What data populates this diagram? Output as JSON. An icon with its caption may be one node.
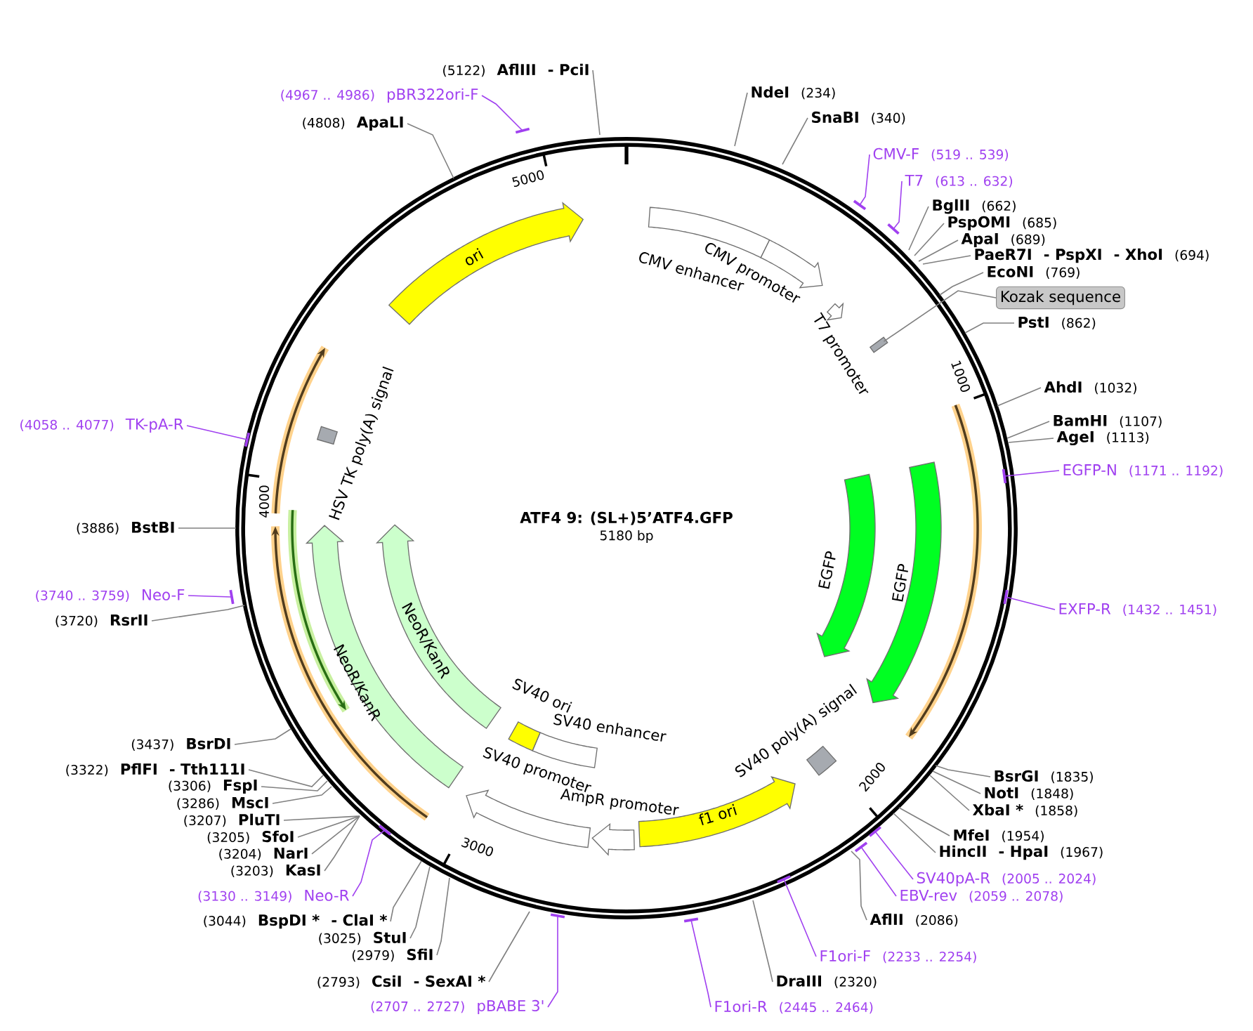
{
  "diagram": {
    "title": "ATF4 9: (SL+)5’ATF4.GFP",
    "nodes": [
      {
        "text": [
          "(5122)",
          "AflIII",
          "- PciI"
        ]
      },
      {
        "text": [
          "(4967 .. 4986)",
          "pBR322ori-F"
        ]
      },
      {
        "text": [
          "(4808)",
          "ApaLI"
        ]
      },
      {
        "text": [
          "NdeI",
          "(234)"
        ]
      },
      {
        "text": [
          "SnaBI",
          "(340)"
        ]
      },
      {
        "text": [
          "CMV-F",
          "(519 .. 539)"
        ]
      },
      {
        "text": [
          "T7",
          "(613 .. 632)"
        ]
      },
      {
        "text": [
          "BglII",
          "(662)"
        ]
      },
      {
        "text": [
          "PspOMI",
          "(685)"
        ]
      },
      {
        "text": [
          "ApaI",
          "(689)"
        ]
      },
      {
        "text": [
          "PaeR7I",
          "- PspXI",
          "- XhoI",
          "(694)"
        ]
      },
      {
        "text": [
          "EcoNI",
          "(769)"
        ]
      },
      {
        "text": [
          "Kozak sequence"
        ]
      },
      {
        "text": [
          "PstI",
          "(862)"
        ]
      },
      {
        "text": [
          "AhdI",
          "(1032)"
        ]
      },
      {
        "text": [
          "BamHI",
          "(1107)"
        ]
      },
      {
        "text": [
          "AgeI",
          "(1113)"
        ]
      },
      {
        "text": [
          "EGFP-N",
          "(1171 .. 1192)"
        ]
      },
      {
        "text": [
          "EXFP-R",
          "(1432 .. 1451)"
        ]
      },
      {
        "text": [
          "BsrGI",
          "(1835)"
        ]
      },
      {
        "text": [
          "NotI",
          "(1848)"
        ]
      },
      {
        "text": [
          "XbaI *",
          "(1858)"
        ]
      },
      {
        "text": [
          "MfeI",
          "(1954)"
        ]
      },
      {
        "text": [
          "HincII",
          "- HpaI",
          "(1967)"
        ]
      },
      {
        "text": [
          "SV40pA-R",
          "(2005 .. 2024)"
        ]
      },
      {
        "text": [
          "EBV-rev",
          "(2059 .. 2078)"
        ]
      },
      {
        "text": [
          "AflII",
          "(2086)"
        ]
      },
      {
        "text": [
          "F1ori-F",
          "(2233 .. 2254)"
        ]
      },
      {
        "text": [
          "DraIII",
          "(2320)"
        ]
      },
      {
        "text": [
          "F1ori-R",
          "(2445 .. 2464)"
        ]
      },
      {
        "text": [
          "(2707 .. 2727)",
          "pBABE 3'"
        ]
      },
      {
        "text": [
          "(2793)",
          "CsiI",
          "- SexAI *"
        ]
      },
      {
        "text": [
          "(2979)",
          "SfiI"
        ]
      },
      {
        "text": [
          "(3025)",
          "StuI"
        ]
      },
      {
        "text": [
          "(3044)",
          "BspDI *",
          "- ClaI *"
        ]
      },
      {
        "text": [
          "(3130 .. 3149)",
          "Neo-R"
        ]
      },
      {
        "text": [
          "(3203)",
          "KasI"
        ]
      },
      {
        "text": [
          "(3204)",
          "NarI"
        ]
      },
      {
        "text": [
          "(3205)",
          "SfoI"
        ]
      },
      {
        "text": [
          "(3207)",
          "PluTI"
        ]
      },
      {
        "text": [
          "(3286)",
          "MscI"
        ]
      },
      {
        "text": [
          "(3306)",
          "FspI"
        ]
      },
      {
        "text": [
          "(3322)",
          "PflFI",
          "- Tth111I"
        ]
      },
      {
        "text": [
          "(3437)",
          "BsrDI"
        ]
      },
      {
        "text": [
          "(3720)",
          "RsrII"
        ]
      },
      {
        "text": [
          "(3740 .. 3759)",
          "Neo-F"
        ]
      },
      {
        "text": [
          "(3886)",
          "BstBI"
        ]
      },
      {
        "text": [
          "(4058 .. 4077)",
          "TK-pA-R"
        ]
      },
      {
        "text": [
          "ori"
        ]
      },
      {
        "text": [
          "CMV enhancer"
        ]
      },
      {
        "text": [
          "CMV promoter"
        ]
      },
      {
        "text": [
          "T7 promoter"
        ]
      },
      {
        "text": [],
        "shape": "box"
      },
      {
        "text": [
          "EGFP"
        ]
      },
      {
        "text": [
          "EGFP"
        ]
      },
      {
        "text": [
          "SV40 poly(A) signal"
        ]
      },
      {
        "text": [
          "f1 ori"
        ]
      },
      {
        "text": [
          "AmpR promoter"
        ]
      },
      {
        "text": [
          "SV40 promoter"
        ]
      },
      {
        "text": [
          "SV40 enhancer"
        ]
      },
      {
        "text": [
          "SV40 ori"
        ]
      },
      {
        "text": [
          "NeoR/KanR"
        ]
      },
      {
        "text": [
          "NeoR/KanR"
        ]
      },
      {
        "text": [
          "HSV TK poly(A) signal"
        ]
      }
    ],
    "edges": [
      {
        "from": 0,
        "to": null,
        "arrow": "none"
      },
      {
        "from": 1,
        "to": null,
        "arrow": "none",
        "color": "#a040f0"
      },
      {
        "from": 2,
        "to": null,
        "arrow": "none"
      },
      {
        "from": 3,
        "to": null,
        "arrow": "none"
      },
      {
        "from": 4,
        "to": null,
        "arrow": "none"
      },
      {
        "from": 5,
        "to": null,
        "arrow": "none",
        "color": "#a040f0"
      },
      {
        "from": 6,
        "to": null,
        "arrow": "none",
        "color": "#a040f0"
      },
      {
        "from": 7,
        "to": null,
        "arrow": "none"
      },
      {
        "from": 8,
        "to": null,
        "arrow": "none"
      },
      {
        "from": 9,
        "to": null,
        "arrow": "none"
      },
      {
        "from": 10,
        "to": null,
        "arrow": "none"
      },
      {
        "from": 11,
        "to": null,
        "arrow": "none"
      },
      {
        "from": 12,
        "to": 52,
        "arrow": "none"
      },
      {
        "from": 13,
        "to": null,
        "arrow": "none"
      },
      {
        "from": 14,
        "to": null,
        "arrow": "none"
      },
      {
        "from": 15,
        "to": null,
        "arrow": "none"
      },
      {
        "from": 16,
        "to": null,
        "arrow": "none"
      },
      {
        "from": 17,
        "to": null,
        "arrow": "none",
        "color": "#a040f0"
      },
      {
        "from": 18,
        "to": null,
        "arrow": "none",
        "color": "#a040f0"
      },
      {
        "from": 19,
        "to": null,
        "arrow": "none"
      },
      {
        "from": 20,
        "to": null,
        "arrow": "none"
      },
      {
        "from": 21,
        "to": null,
        "arrow": "none"
      },
      {
        "from": 22,
        "to": null,
        "arrow": "none"
      },
      {
        "from": 23,
        "to": null,
        "arrow": "none"
      },
      {
        "from": 24,
        "to": null,
        "arrow": "none",
        "color": "#a040f0"
      },
      {
        "from": 25,
        "to": null,
        "arrow": "none",
        "color": "#a040f0"
      },
      {
        "from": 26,
        "to": null,
        "arrow": "none"
      },
      {
        "from": 27,
        "to": null,
        "arrow": "none",
        "color": "#a040f0"
      },
      {
        "from": 28,
        "to": null,
        "arrow": "none"
      },
      {
        "from": 29,
        "to": null,
        "arrow": "none",
        "color": "#a040f0"
      },
      {
        "from": 30,
        "to": null,
        "arrow": "none",
        "color": "#a040f0"
      },
      {
        "from": 31,
        "to": null,
        "arrow": "none"
      },
      {
        "from": 32,
        "to": null,
        "arrow": "none"
      },
      {
        "from": 33,
        "to": null,
        "arrow": "none"
      },
      {
        "from": 34,
        "to": null,
        "arrow": "none"
      },
      {
        "from": 35,
        "to": null,
        "arrow": "none",
        "color": "#a040f0"
      },
      {
        "from": 36,
        "to": null,
        "arrow": "none"
      },
      {
        "from": 37,
        "to": null,
        "arrow": "none"
      },
      {
        "from": 38,
        "to": null,
        "arrow": "none"
      },
      {
        "from": 39,
        "to": null,
        "arrow": "none"
      },
      {
        "from": 40,
        "to": null,
        "arrow": "none"
      },
      {
        "from": 41,
        "to": null,
        "arrow": "none"
      },
      {
        "from": 42,
        "to": null,
        "arrow": "none"
      },
      {
        "from": 43,
        "to": null,
        "arrow": "none"
      },
      {
        "from": 44,
        "to": null,
        "arrow": "none"
      },
      {
        "from": 45,
        "to": null,
        "arrow": "none",
        "color": "#a040f0"
      },
      {
        "from": 46,
        "to": null,
        "arrow": "none"
      },
      {
        "from": 47,
        "to": null,
        "arrow": "none",
        "color": "#a040f0"
      }
    ],
    "labels": [
      "5000",
      "1000",
      "4000",
      "5180 bp",
      "2000",
      "3000"
    ]
  }
}
